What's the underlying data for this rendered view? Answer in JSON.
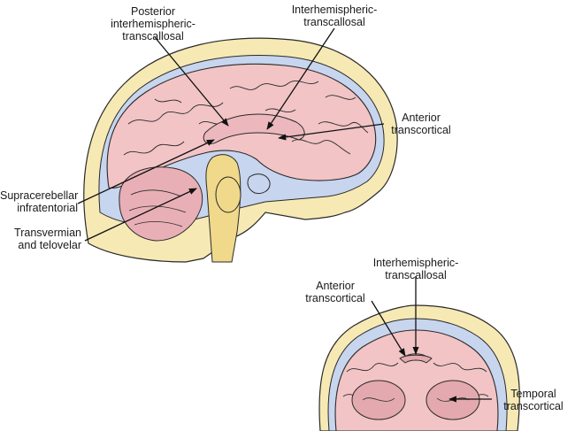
{
  "sagittal_view": {
    "labels": {
      "posterior_interhemispheric": [
        "Posterior",
        "interhemispheric-",
        "transcallosal"
      ],
      "interhemispheric": [
        "Interhemispheric-",
        "transcallosal"
      ],
      "anterior_transcortical": [
        "Anterior",
        "transcortical"
      ],
      "supracerebellar": [
        "Supracerebellar",
        "infratentorial"
      ],
      "transvermian": [
        "Transvermian",
        "and telovelar"
      ]
    }
  },
  "coronal_view": {
    "labels": {
      "interhemispheric": [
        "Interhemispheric-",
        "transcallosal"
      ],
      "anterior_transcortical": [
        "Anterior",
        "transcortical"
      ],
      "temporal_transcortical": [
        "Temporal",
        "transcortical"
      ]
    }
  },
  "colors": {
    "skull": "#f6e9b4",
    "dura_csf": "#c7d5ee",
    "brain": "#f2c4c6",
    "brain_shade": "#e3a9ae",
    "cerebellum": "#e8b0b6",
    "brainstem": "#f0d98a",
    "outline": "#2a2a2a"
  }
}
